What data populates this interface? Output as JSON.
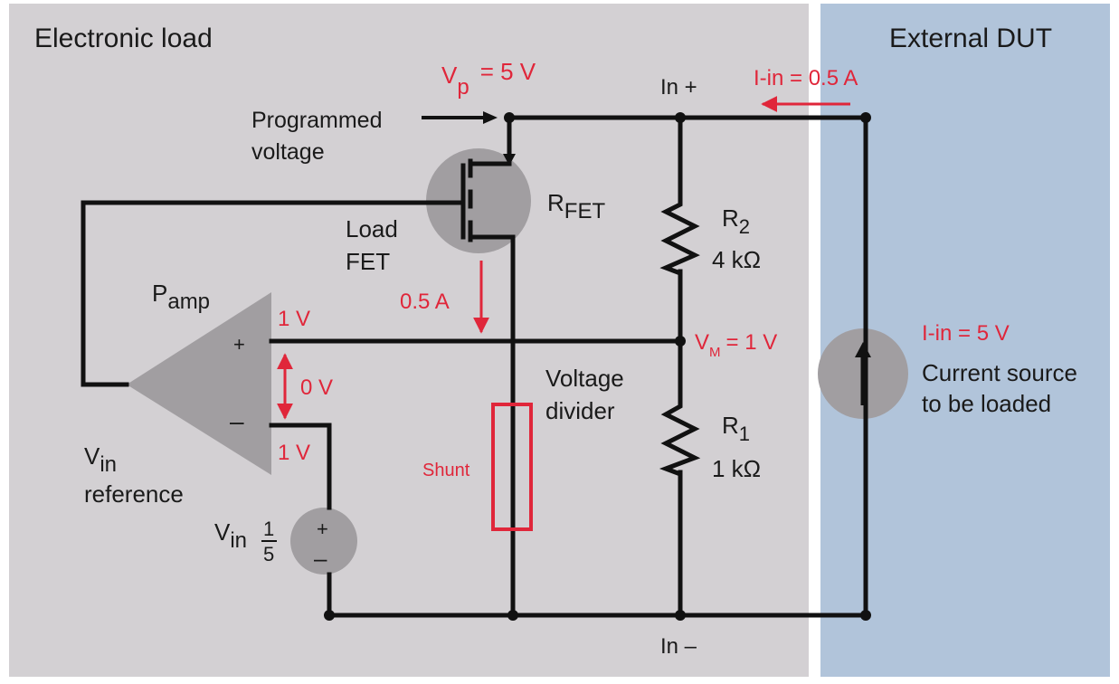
{
  "regions": {
    "left_title": "Electronic load",
    "right_title": "External DUT"
  },
  "labels": {
    "vp_main": "V",
    "vp_sub": "p",
    "vp_value": "= 5 V",
    "in_plus": "In +",
    "in_minus": "In –",
    "iin_top": "I-in = 0.5 A",
    "prog_line1": "Programmed",
    "prog_line2": "voltage",
    "rfet_main": "R",
    "rfet_sub": "FET",
    "r2_main": "R",
    "r2_sub": "2",
    "r2_value": "4 kΩ",
    "r1_main": "R",
    "r1_sub": "1",
    "r1_value": "1 kΩ",
    "load_fet_line1": "Load",
    "load_fet_line2": "FET",
    "current_05": "0.5 A",
    "pamp_main": "P",
    "pamp_sub": "amp",
    "v_top": "1 V",
    "v_diff": "0 V",
    "v_bottom": "1 V",
    "plus_sign": "+",
    "minus_sign": "–",
    "vm_main": "V",
    "vm_sub": "M",
    "vm_value": "= 1 V",
    "voltage_divider_line1": "Voltage",
    "voltage_divider_line2": "divider",
    "shunt": "Shunt",
    "vin_ref_main": "V",
    "vin_ref_sub": "in",
    "vin_ref_line2": "reference",
    "vin_src_main": "V",
    "vin_src_sub": "in",
    "vin_src_num": "1",
    "vin_src_den": "5",
    "src_plus": "+",
    "src_minus": "–",
    "iin_right": "I-in = 5 V",
    "cs_line1": "Current source",
    "cs_line2": "to be loaded"
  },
  "colors": {
    "left_panel": "#d3d0d3",
    "right_panel": "#b1c4da",
    "component_gray": "#a19ea1",
    "annotation_red": "#e0263a",
    "wire": "#111111"
  }
}
